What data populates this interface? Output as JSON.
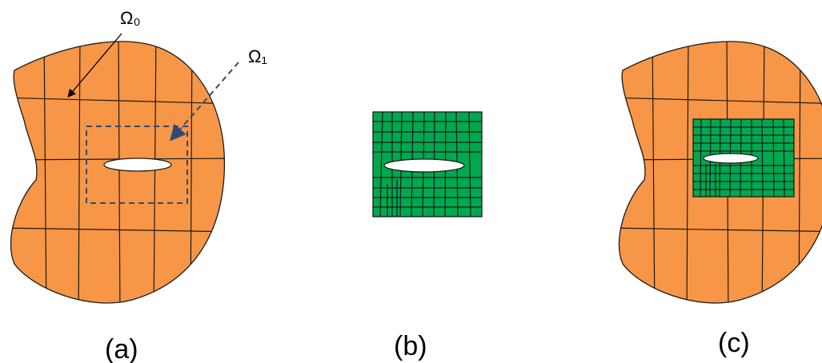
{
  "labels": {
    "omega0": "Ω₀",
    "omega1": "Ω₁",
    "panel_a": "(a)",
    "panel_b": "(b)",
    "panel_c": "(c)"
  },
  "colors": {
    "coarse_fill": "#f79646",
    "fine_fill": "#00a84f",
    "arrow_dashed": "#2e4a72",
    "line": "#1a1a1a",
    "hole": "#ffffff"
  }
}
